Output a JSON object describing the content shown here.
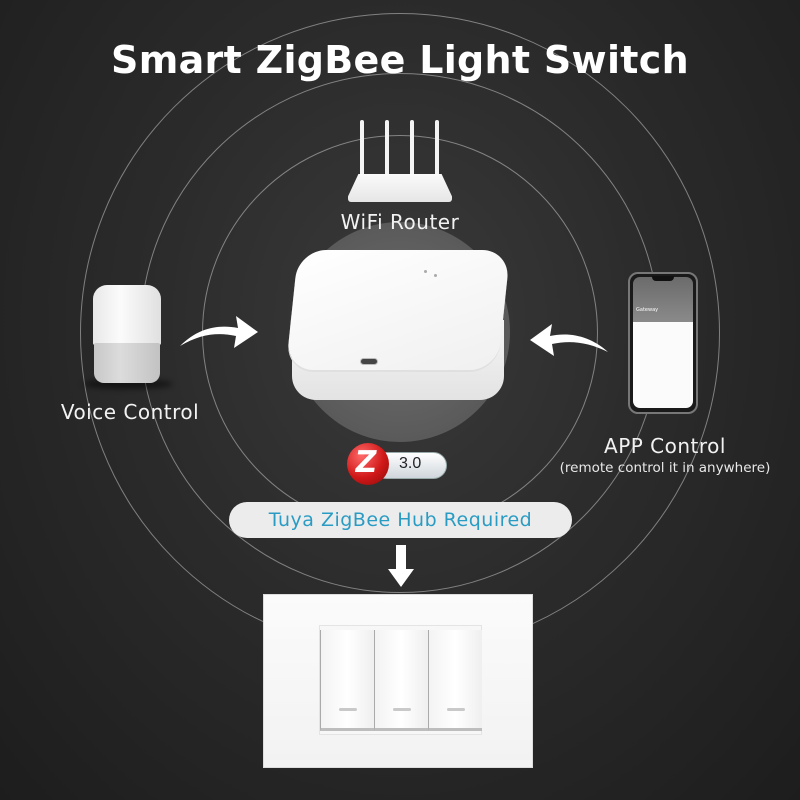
{
  "title": "Smart ZigBee Light Switch",
  "router": {
    "label": "WiFi Router",
    "icon": "router-icon"
  },
  "hub": {
    "icon": "zigbee-hub-icon"
  },
  "voice": {
    "label": "Voice Control",
    "icon": "smart-speaker-icon"
  },
  "app": {
    "label": "APP Control",
    "sublabel": "(remote control it in anywhere)",
    "icon": "smartphone-icon",
    "screen_title": "Gateway"
  },
  "zigbee_badge": {
    "version": "3.0",
    "letter": "Z"
  },
  "requirement": {
    "label": "Tuya ZigBee Hub Required"
  },
  "switch": {
    "gangs": 3,
    "icon": "wall-switch-icon"
  },
  "colors": {
    "background": "#2b2b2b",
    "ring": "#c8c8c8",
    "accent_text": "#2a9cc4",
    "zigbee_red": "#d01818",
    "pill_bg": "#ececec"
  }
}
